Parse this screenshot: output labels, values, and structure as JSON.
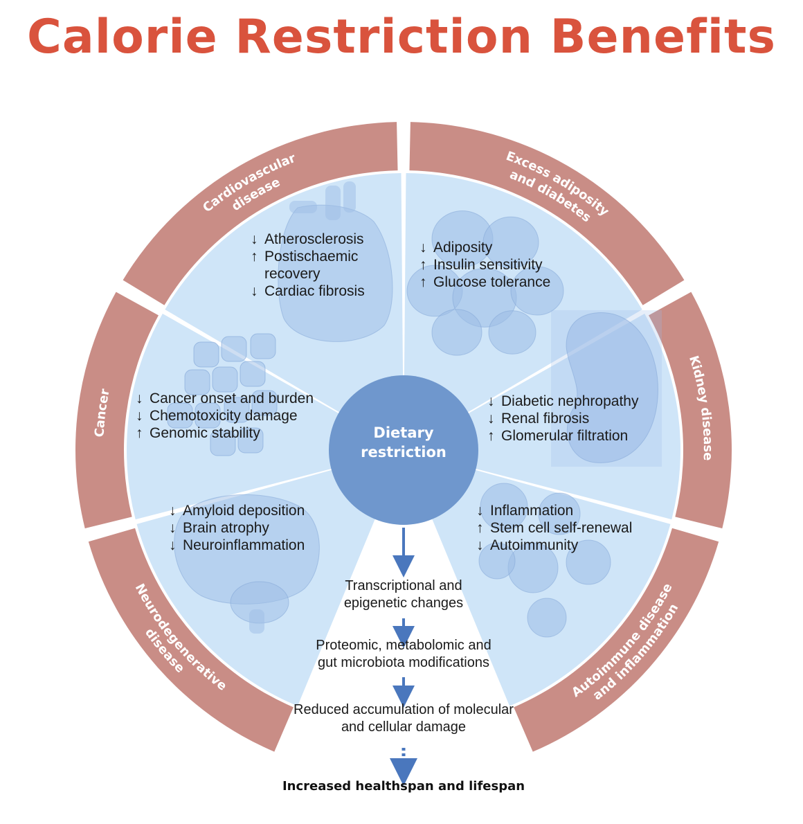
{
  "title": "Calorie Restriction Benefits",
  "colors": {
    "title": "#d9533d",
    "ring": "#c98d86",
    "sector_fill": "#cfe5f8",
    "center": "#6f97cd",
    "illustration": "#9dbde6",
    "arrow": "#4a77bd"
  },
  "center": {
    "line1": "Dietary",
    "line2": "restriction"
  },
  "sectors": [
    {
      "id": "cardiovascular",
      "illustration": "heart-illustration",
      "ring_label": [
        "Cardiovascular",
        "disease"
      ],
      "effects": [
        {
          "arrow": "↓",
          "text": "Atherosclerosis"
        },
        {
          "arrow": "↑",
          "text": "Postischaemic"
        },
        {
          "arrow": "",
          "text": "recovery"
        },
        {
          "arrow": "↓",
          "text": "Cardiac fibrosis"
        }
      ]
    },
    {
      "id": "adiposity",
      "illustration": "fat-cells-illustration",
      "ring_label": [
        "Excess adiposity",
        "and diabetes"
      ],
      "effects": [
        {
          "arrow": "↓",
          "text": "Adiposity"
        },
        {
          "arrow": "↑",
          "text": "Insulin sensitivity"
        },
        {
          "arrow": "↑",
          "text": "Glucose tolerance"
        }
      ]
    },
    {
      "id": "kidney",
      "illustration": "kidney-illustration",
      "ring_label": [
        "Kidney disease"
      ],
      "effects": [
        {
          "arrow": "↓",
          "text": "Diabetic nephropathy"
        },
        {
          "arrow": "↓",
          "text": "Renal fibrosis"
        },
        {
          "arrow": "↑",
          "text": "Glomerular filtration"
        }
      ]
    },
    {
      "id": "autoimmune",
      "illustration": "immune-cells-illustration",
      "ring_label": [
        "Autoimmune disease",
        "and inflammation"
      ],
      "effects": [
        {
          "arrow": "↓",
          "text": "Inflammation"
        },
        {
          "arrow": "↑",
          "text": "Stem cell self-renewal"
        },
        {
          "arrow": "↓",
          "text": "Autoimmunity"
        }
      ]
    },
    {
      "id": "neurodegenerative",
      "illustration": "brain-illustration",
      "ring_label": [
        "Neurodegenerative",
        "disease"
      ],
      "effects": [
        {
          "arrow": "↓",
          "text": "Amyloid deposition"
        },
        {
          "arrow": "↓",
          "text": "Brain atrophy"
        },
        {
          "arrow": "↓",
          "text": "Neuroinflammation"
        }
      ]
    },
    {
      "id": "cancer",
      "illustration": "tumour-cells-illustration",
      "ring_label": [
        "Cancer"
      ],
      "effects": [
        {
          "arrow": "↓",
          "text": "Cancer onset and burden"
        },
        {
          "arrow": "↓",
          "text": "Chemotoxicity damage"
        },
        {
          "arrow": "↑",
          "text": "Genomic stability"
        }
      ]
    }
  ],
  "flow": {
    "steps": [
      [
        "Transcriptional and",
        "epigenetic changes"
      ],
      [
        "Proteomic, metabolomic and",
        "gut microbiota modifications"
      ],
      [
        "Reduced accumulation of molecular",
        "and cellular damage"
      ]
    ],
    "outcome": "Increased healthspan and lifespan"
  }
}
